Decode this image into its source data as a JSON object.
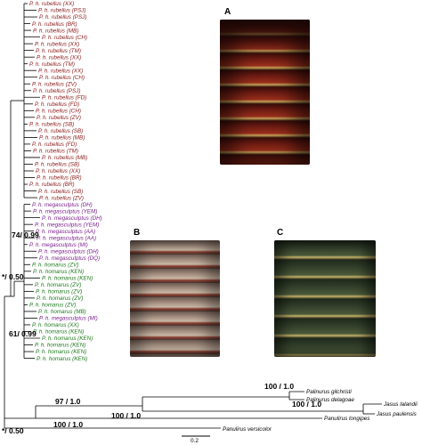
{
  "figure": {
    "colors": {
      "rubellus": "#8B1A1A",
      "megasculptus": "#7B1F8C",
      "homarus": "#1E7A1E",
      "outgroup": "#000000"
    },
    "tips": [
      {
        "label": "P. h. rubellus (XX)",
        "group": "rubellus"
      },
      {
        "label": "P. h. rubellus (PSJ)",
        "group": "rubellus"
      },
      {
        "label": "P. h. rubellus (PSJ)",
        "group": "rubellus"
      },
      {
        "label": "P. h. rubellus (BR)",
        "group": "rubellus"
      },
      {
        "label": "P. h. rubellus (MB)",
        "group": "rubellus"
      },
      {
        "label": "P. h. rubellus (CH)",
        "group": "rubellus"
      },
      {
        "label": "P. h. rubellus (XX)",
        "group": "rubellus"
      },
      {
        "label": "P. h. rubellus (TM)",
        "group": "rubellus"
      },
      {
        "label": "P. h. rubellus (XX)",
        "group": "rubellus"
      },
      {
        "label": "P. h. rubellus (TM)",
        "group": "rubellus"
      },
      {
        "label": "P. h. rubellus (XX)",
        "group": "rubellus"
      },
      {
        "label": "P. h. rubellus (CH)",
        "group": "rubellus"
      },
      {
        "label": "P. h. rubellus (ZV)",
        "group": "rubellus"
      },
      {
        "label": "P. h. rubellus (PSJ)",
        "group": "rubellus"
      },
      {
        "label": "P. h. rubellus (FD)",
        "group": "rubellus"
      },
      {
        "label": "P. h. rubellus (FD)",
        "group": "rubellus"
      },
      {
        "label": "P. h. rubellus (CH)",
        "group": "rubellus"
      },
      {
        "label": "P. h. rubellus (ZV)",
        "group": "rubellus"
      },
      {
        "label": "P. h. rubellus (SB)",
        "group": "rubellus"
      },
      {
        "label": "P. h. rubellus (SB)",
        "group": "rubellus"
      },
      {
        "label": "P. h. rubellus (MB)",
        "group": "rubellus"
      },
      {
        "label": "P. h. rubellus (FD)",
        "group": "rubellus"
      },
      {
        "label": "P. h. rubellus (TM)",
        "group": "rubellus"
      },
      {
        "label": "P. h. rubellus (MB)",
        "group": "rubellus"
      },
      {
        "label": "P. h. rubellus (SB)",
        "group": "rubellus"
      },
      {
        "label": "P. h. rubellus (XX)",
        "group": "rubellus"
      },
      {
        "label": "P. h. rubellus (BR)",
        "group": "rubellus"
      },
      {
        "label": "P. h. rubellus (BR)",
        "group": "rubellus"
      },
      {
        "label": "P. h. rubellus (SB)",
        "group": "rubellus"
      },
      {
        "label": "P. h. rubellus (ZV)",
        "group": "rubellus"
      },
      {
        "label": "P. h. megasculptus (DH)",
        "group": "megasculptus"
      },
      {
        "label": "P. h. megasculptus (YEM)",
        "group": "megasculptus"
      },
      {
        "label": "P. h. megasculptus (DH)",
        "group": "megasculptus"
      },
      {
        "label": "P. h. megasculptus (YEM)",
        "group": "megasculptus"
      },
      {
        "label": "P. h. megasculptus (AA)",
        "group": "megasculptus"
      },
      {
        "label": "P. h. megasculptus (AA)",
        "group": "megasculptus"
      },
      {
        "label": "P. h. megasculptus (MI)",
        "group": "megasculptus"
      },
      {
        "label": "P. h. megasculptus (DH)",
        "group": "megasculptus"
      },
      {
        "label": "P. h. megasculptus (DQ)",
        "group": "megasculptus"
      },
      {
        "label": "P. h. homarus (ZV)",
        "group": "homarus"
      },
      {
        "label": "P. h. homarus (KEN)",
        "group": "homarus"
      },
      {
        "label": "P. h. homarus (KEN)",
        "group": "homarus"
      },
      {
        "label": "P. h. homarus (ZV)",
        "group": "homarus"
      },
      {
        "label": "P. h. homarus (ZV)",
        "group": "homarus"
      },
      {
        "label": "P. h. homarus (ZV)",
        "group": "homarus"
      },
      {
        "label": "P. h. homarus (ZV)",
        "group": "homarus"
      },
      {
        "label": "P. h. homarus (MB)",
        "group": "homarus"
      },
      {
        "label": "P. h. megasculptus (MI)",
        "group": "megasculptus"
      },
      {
        "label": "P. h. homarus (XX)",
        "group": "homarus"
      },
      {
        "label": "P. h. homarus (KEN)",
        "group": "homarus"
      },
      {
        "label": "P. h. homarus (KEN)",
        "group": "homarus"
      },
      {
        "label": "P. h. homarus (KEN)",
        "group": "homarus"
      },
      {
        "label": "P. h. homarus (KEN)",
        "group": "homarus"
      },
      {
        "label": "P. h. homarus (KEN)",
        "group": "homarus"
      }
    ],
    "outgroups": {
      "gilchristi": "Palinurus gilchristi",
      "delagoae": "Palinurus delagoae",
      "lalandii": "Jasus lalandii",
      "paulensis": "Jasus paulensis",
      "longipes": "Panulirus longipes",
      "versicolor": "Panulirus versicolor"
    },
    "supports": {
      "rubellus_clade": "74/ 0.99",
      "ingroup_root": "*/ 0.50",
      "homarus_clade": "61/ 0.99",
      "outgroup_root": "*/ 0.50",
      "palinurus_jasus": "97 / 1.0",
      "palinurus": "100 / 1.0",
      "jasus": "100 / 1.0",
      "longipes": "100 / 1.0"
    },
    "panels": [
      "A",
      "B",
      "C"
    ],
    "scale_bar": "0.2"
  }
}
